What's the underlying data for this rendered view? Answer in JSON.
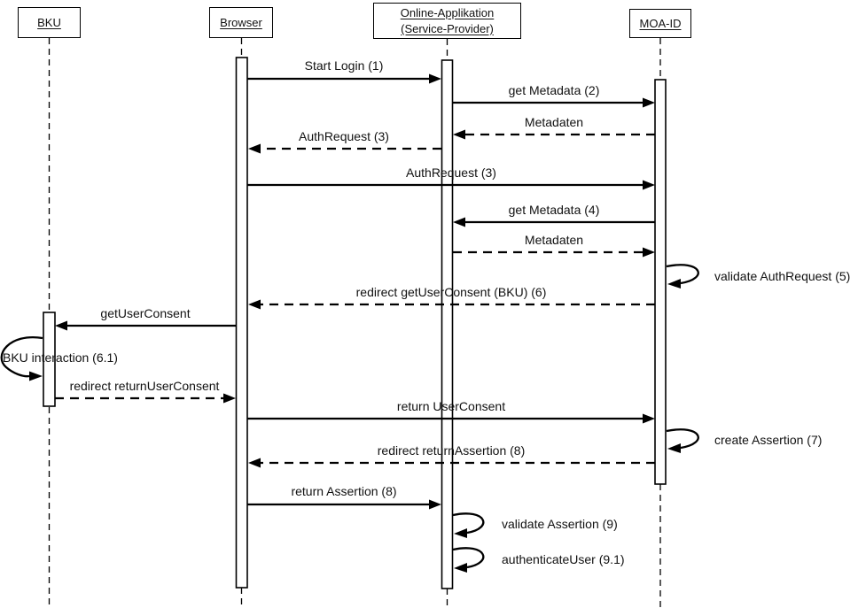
{
  "colors": {
    "line": "#000000",
    "text": "#111111",
    "background": "#ffffff"
  },
  "actors": [
    {
      "label": "BKU"
    },
    {
      "label": "Browser"
    },
    {
      "label": "Online-Applikation (Service-Provider)"
    },
    {
      "label": "MOA-ID"
    }
  ],
  "messages": [
    {
      "label": "Start Login (1)",
      "from": "Browser",
      "to": "Online-Applikation (Service-Provider)",
      "style": "solid"
    },
    {
      "label": "get Metadata (2)",
      "from": "Online-Applikation (Service-Provider)",
      "to": "MOA-ID",
      "style": "solid"
    },
    {
      "label": "Metadaten",
      "from": "MOA-ID",
      "to": "Online-Applikation (Service-Provider)",
      "style": "dashed"
    },
    {
      "label": "AuthRequest (3)",
      "from": "Online-Applikation (Service-Provider)",
      "to": "Browser",
      "style": "dashed"
    },
    {
      "label": "AuthRequest (3)",
      "from": "Browser",
      "to": "MOA-ID",
      "style": "solid"
    },
    {
      "label": "get Metadata (4)",
      "from": "MOA-ID",
      "to": "Online-Applikation (Service-Provider)",
      "style": "solid"
    },
    {
      "label": "Metadaten",
      "from": "Online-Applikation (Service-Provider)",
      "to": "MOA-ID",
      "style": "dashed"
    },
    {
      "label": "validate AuthRequest (5)",
      "from": "MOA-ID",
      "to": "MOA-ID",
      "style": "self"
    },
    {
      "label": "redirect getUserConsent (BKU) (6)",
      "from": "MOA-ID",
      "to": "Browser",
      "style": "dashed"
    },
    {
      "label": "getUserConsent",
      "from": "Browser",
      "to": "BKU",
      "style": "solid"
    },
    {
      "label": "BKU interaction (6.1)",
      "from": "BKU",
      "to": "BKU",
      "style": "self"
    },
    {
      "label": "redirect returnUserConsent",
      "from": "BKU",
      "to": "Browser",
      "style": "dashed"
    },
    {
      "label": "return UserConsent",
      "from": "Browser",
      "to": "MOA-ID",
      "style": "solid"
    },
    {
      "label": "create Assertion (7)",
      "from": "MOA-ID",
      "to": "MOA-ID",
      "style": "self"
    },
    {
      "label": "redirect returnAssertion (8)",
      "from": "MOA-ID",
      "to": "Browser",
      "style": "dashed"
    },
    {
      "label": "return Assertion (8)",
      "from": "Browser",
      "to": "Online-Applikation (Service-Provider)",
      "style": "solid"
    },
    {
      "label": "validate Assertion (9)",
      "from": "Online-Applikation (Service-Provider)",
      "to": "Online-Applikation (Service-Provider)",
      "style": "self"
    },
    {
      "label": "authenticateUser (9.1)",
      "from": "Online-Applikation (Service-Provider)",
      "to": "Online-Applikation (Service-Provider)",
      "style": "self"
    }
  ]
}
